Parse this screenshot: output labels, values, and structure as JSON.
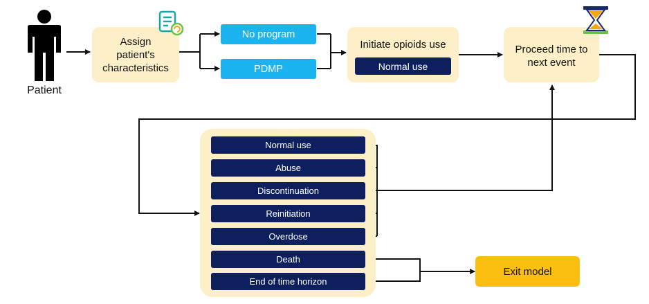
{
  "patient": {
    "label": "Patient",
    "icon": "person-icon"
  },
  "assign": {
    "lines": [
      "Assign",
      "patient's",
      "characteristics"
    ],
    "icon": "checklist-refresh-icon"
  },
  "programs": {
    "no_program": "No program",
    "pdmp": "PDMP"
  },
  "initiate": {
    "title": "Initiate opioids use",
    "state": "Normal use"
  },
  "proceed": {
    "lines": [
      "Proceed time to",
      "next event"
    ],
    "icon": "hourglass-icon"
  },
  "events": [
    "Normal use",
    "Abuse",
    "Discontinuation",
    "Reinitiation",
    "Overdose",
    "Death",
    "End of time horizon"
  ],
  "exit": {
    "label": "Exit model"
  },
  "colors": {
    "cream": "#fdf0c8",
    "program_blue": "#1bb4ee",
    "state_navy": "#0d1f5c",
    "exit_yellow": "#fbbf0f",
    "arrow": "#111111"
  }
}
